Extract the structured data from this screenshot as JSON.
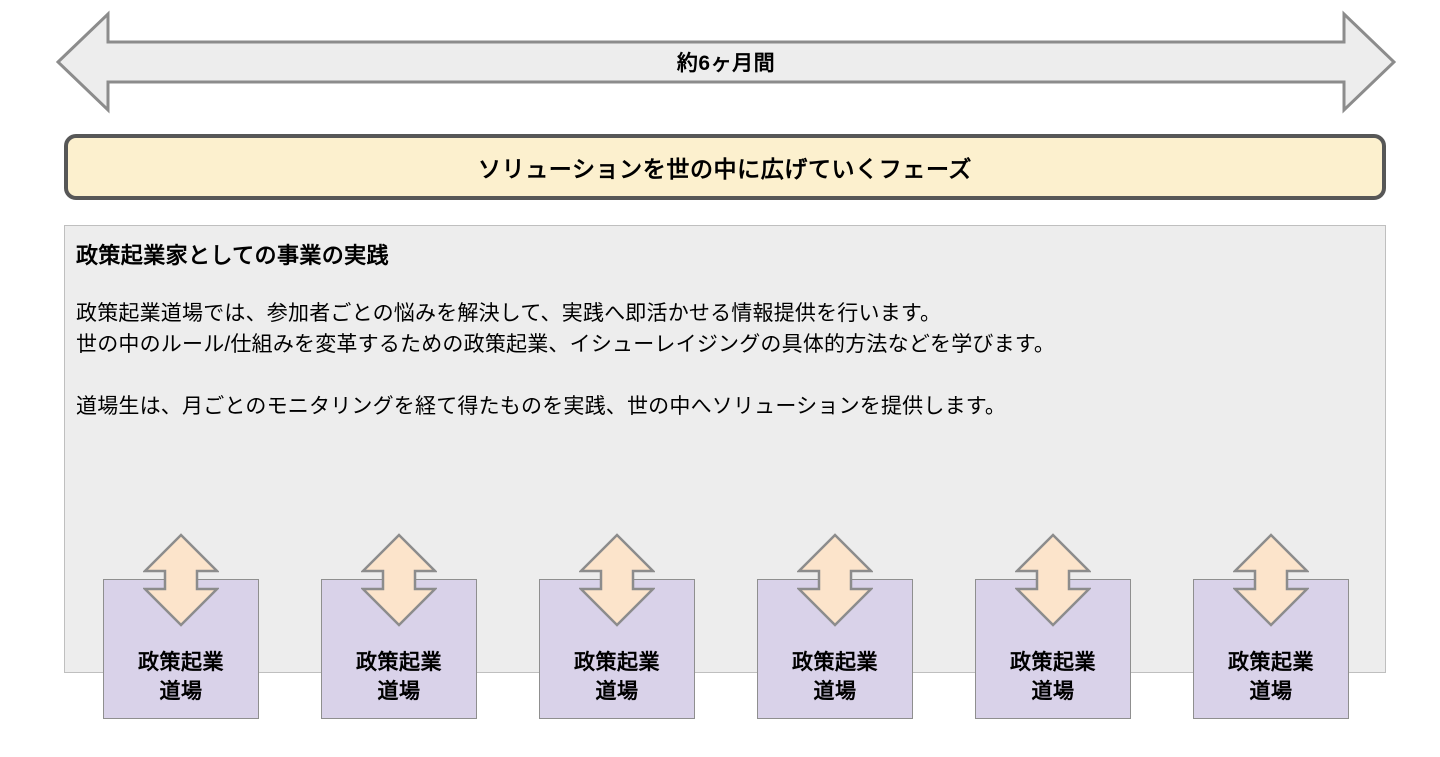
{
  "duration": {
    "label": "約6ヶ月間",
    "icon": "double-headed-horizontal-arrow-icon",
    "fill": "#ededed",
    "stroke": "#8c8c8c"
  },
  "phase_banner": {
    "label": "ソリューションを世の中に広げていくフェーズ",
    "fill": "#fcf0ce",
    "border": "#575757"
  },
  "panel": {
    "heading": "政策起業家としての事業の実践",
    "paragraphs": [
      "政策起業道場では、参加者ごとの悩みを解決して、実践へ即活かせる情報提供を行います。",
      "世の中のルール/仕組みを変革するための政策起業、イシューレイジングの具体的方法などを学びます。",
      "道場生は、月ごとのモニタリングを経て得たものを実践、世の中へソリューションを提供します。"
    ],
    "fill": "#ededed",
    "border": "#bfbfbf"
  },
  "dojo": {
    "arrow_icon": "double-headed-vertical-arrow-icon",
    "arrow_fill": "#fce4cb",
    "arrow_stroke": "#8c8c8c",
    "box_fill": "#d9d2e9",
    "box_border": "#8f8f8f",
    "items": [
      {
        "label": "政策起業\n道場"
      },
      {
        "label": "政策起業\n道場"
      },
      {
        "label": "政策起業\n道場"
      },
      {
        "label": "政策起業\n道場"
      },
      {
        "label": "政策起業\n道場"
      },
      {
        "label": "政策起業\n道場"
      }
    ]
  }
}
